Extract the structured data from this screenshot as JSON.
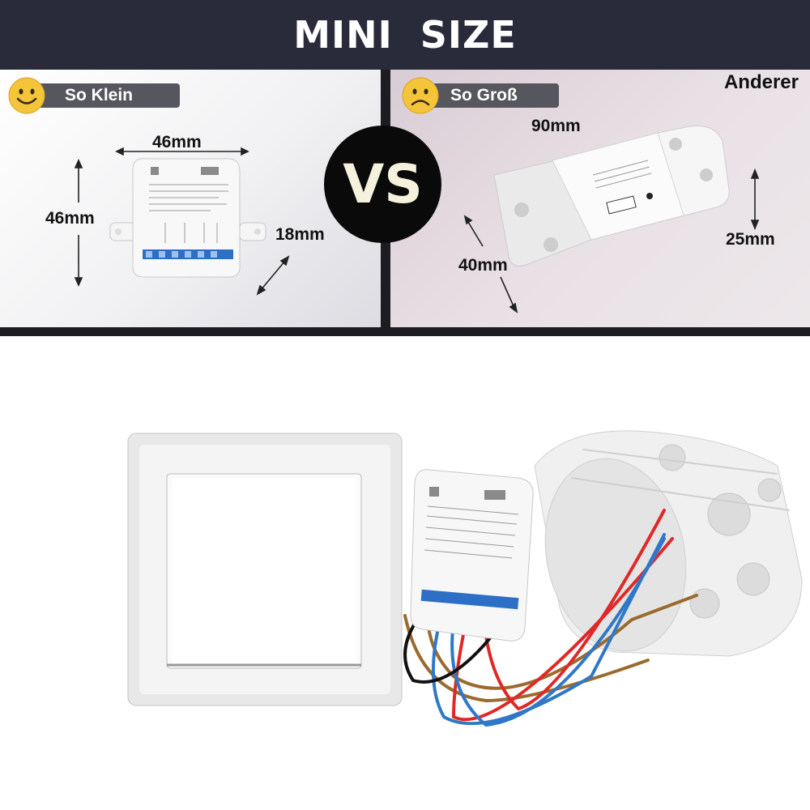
{
  "banner": {
    "title": "MINI  SIZE"
  },
  "left_panel": {
    "label": "So Klein",
    "smiley": "happy-face-icon",
    "width_label": "46mm",
    "height_label": "46mm",
    "depth_label": "18mm"
  },
  "vs": {
    "label": "VS"
  },
  "right_panel": {
    "label": "So Groß",
    "smiley": "sad-face-icon",
    "corner_label": "Anderer",
    "width_label": "90mm",
    "height_label": "25mm",
    "depth_label": "40mm"
  },
  "colors": {
    "banner": "#2a2b3a",
    "pill": "#55565e",
    "smiley": "#f4c43a",
    "wire_red": "#e02828",
    "wire_blue": "#2f78c8",
    "wire_brown": "#9a6a2e",
    "wire_black": "#111111"
  }
}
